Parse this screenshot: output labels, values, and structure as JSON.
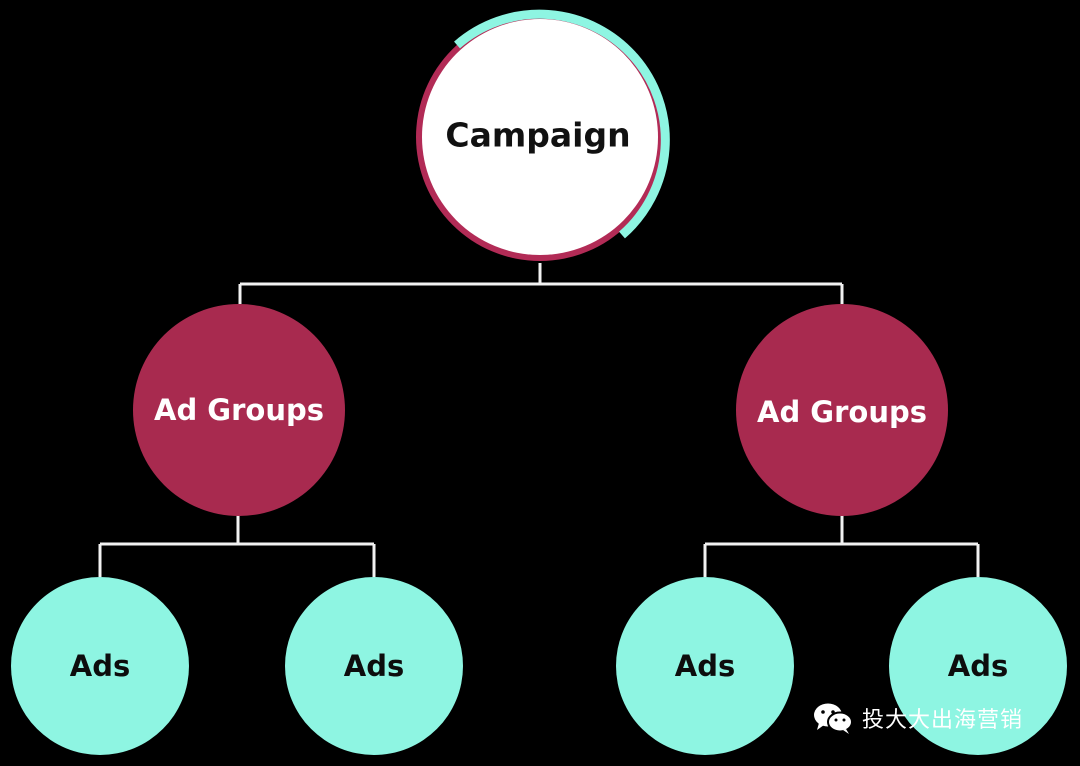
{
  "colors": {
    "background": "#000000",
    "connector": "#ffffff",
    "campaign_fill": "#ffffff",
    "campaign_ring_teal": "#8ef5e2",
    "campaign_ring_crimson": "#b22b56",
    "adgroup_fill": "#a82a4f",
    "adgroup_text": "#ffffff",
    "ads_fill": "#8ef5e2",
    "ads_text": "#0d0d0d",
    "campaign_text": "#111111"
  },
  "diagram": {
    "campaign": {
      "label": "Campaign"
    },
    "ad_groups": [
      {
        "label": "Ad Groups",
        "ads": [
          {
            "label": "Ads"
          },
          {
            "label": "Ads"
          }
        ]
      },
      {
        "label": "Ad Groups",
        "ads": [
          {
            "label": "Ads"
          },
          {
            "label": "Ads"
          }
        ]
      }
    ]
  },
  "watermark": {
    "icon": "wechat-icon",
    "text": "投大大出海营销"
  }
}
